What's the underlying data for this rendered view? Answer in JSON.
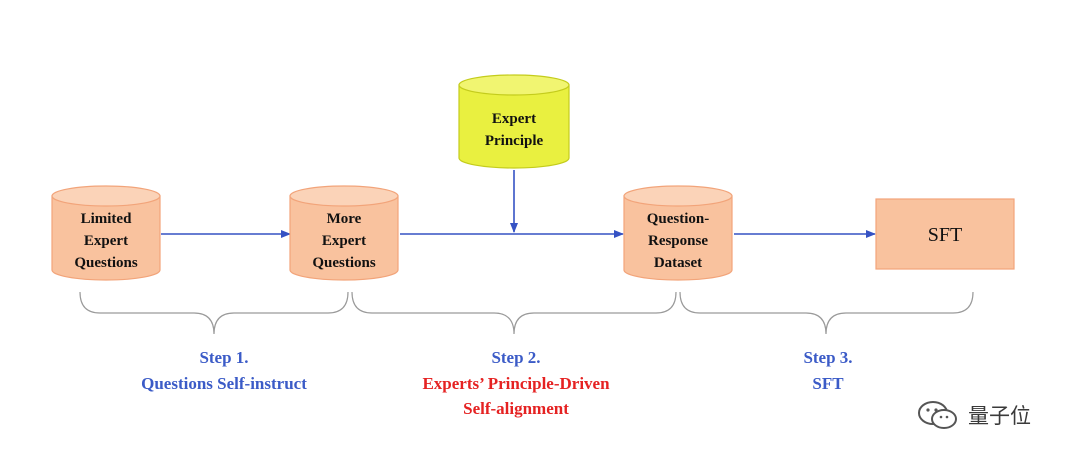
{
  "nodes": {
    "limited": {
      "lines": [
        "Limited",
        "Expert",
        "Questions"
      ]
    },
    "more": {
      "lines": [
        "More",
        "Expert",
        "Questions"
      ]
    },
    "principle": {
      "lines": [
        "Expert",
        "Principle"
      ]
    },
    "dataset": {
      "lines": [
        "Question-",
        "Response",
        "Dataset"
      ]
    },
    "sft": {
      "label": "SFT"
    }
  },
  "steps": [
    {
      "lines": [
        "Step 1.",
        "Questions Self-instruct"
      ],
      "color": "#3b5bc7"
    },
    {
      "lines": [
        "Step 2.",
        "Experts’ Principle-Driven",
        "Self-alignment"
      ],
      "color": "#3b5bc7",
      "accent_color": "#e52222"
    },
    {
      "lines": [
        "Step 3.",
        "SFT"
      ],
      "color": "#3b5bc7"
    }
  ],
  "watermark": {
    "text": "量子位"
  },
  "colors": {
    "orange_fill": "#f9c29e",
    "orange_top": "#fbd3b8",
    "orange_stroke": "#f2a47a",
    "yellow_fill": "#e9f040",
    "yellow_top": "#f1f571",
    "yellow_stroke": "#c4cc1c",
    "arrow": "#3552c4",
    "brace": "#9a9a9a"
  }
}
